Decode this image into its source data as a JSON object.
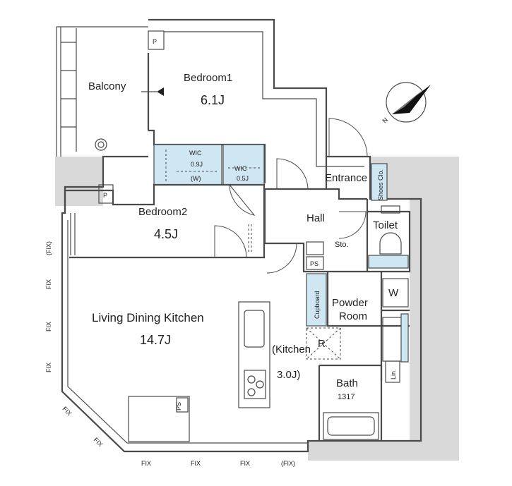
{
  "rooms": {
    "balcony": "Balcony",
    "bedroom1": "Bedroom1",
    "bedroom1_size": "6.1J",
    "bedroom2": "Bedroom2",
    "bedroom2_size": "4.5J",
    "ldk": "Living Dining Kitchen",
    "ldk_size": "14.7J",
    "kitchen": "(Kitchen",
    "kitchen_size": "3.0J)",
    "wic1": "WIC",
    "wic1_size": "0.9J",
    "wic1_w": "(W)",
    "wic2": "WIC",
    "wic2_size": "0.5J",
    "entrance": "Entrance",
    "shoes": "Shoes Clo.",
    "hall": "Hall",
    "toilet": "Toilet",
    "sto": "Sto.",
    "ps": "PS",
    "cupboard": "Cupboard",
    "powder1": "Powder",
    "powder2": "Room",
    "w": "W",
    "r": "R",
    "bath": "Bath",
    "bath_size": "1317",
    "lin": "Lin.",
    "p": "P"
  },
  "fix": {
    "fix": "FIX",
    "fix_paren": "(FIX)"
  },
  "compass": {
    "north": "N"
  }
}
